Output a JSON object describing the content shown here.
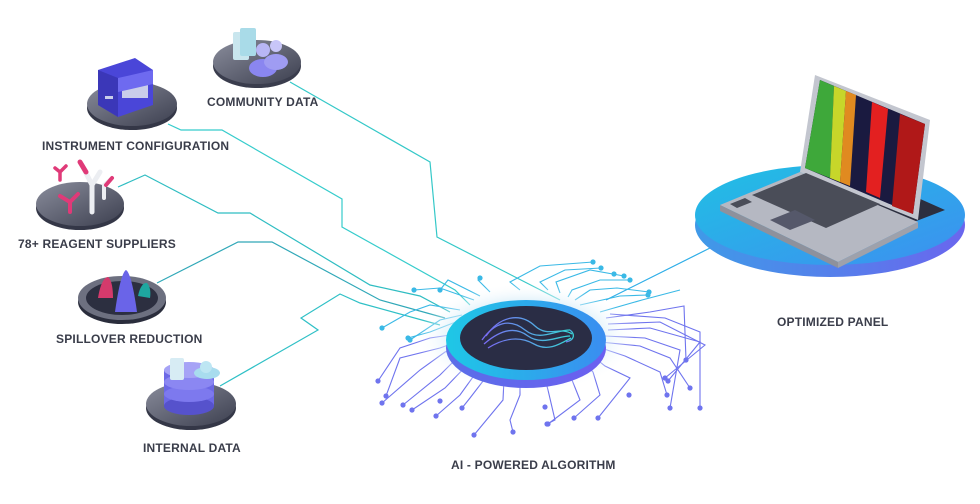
{
  "nodes": {
    "community_data": {
      "label": "COMMUNITY DATA",
      "icon": "community-people-icon"
    },
    "instrument_configuration": {
      "label": "INSTRUMENT CONFIGURATION",
      "icon": "cytometer-instrument-icon"
    },
    "reagent_suppliers": {
      "label": "78+ REAGENT SUPPLIERS",
      "icon": "antibody-icon"
    },
    "spillover_reduction": {
      "label": "SPILLOVER REDUCTION",
      "icon": "spectrum-peaks-icon"
    },
    "internal_data": {
      "label": "INTERNAL DATA",
      "icon": "database-cloud-icon"
    },
    "ai_algorithm": {
      "label": "AI - POWERED ALGORITHM",
      "icon": "ai-chip-icon"
    },
    "optimized_panel": {
      "label": "OPTIMIZED PANEL",
      "icon": "laptop-icon"
    }
  },
  "colors": {
    "line_teal": "#2ec4c4",
    "line_purple": "#6f6ff0",
    "chip_ring": "#23b5e8",
    "chip_face": "#2a2d45",
    "pedestal": "#55586a",
    "label_text": "#3a3d4a",
    "laptop_platform": "#22b2e4"
  }
}
